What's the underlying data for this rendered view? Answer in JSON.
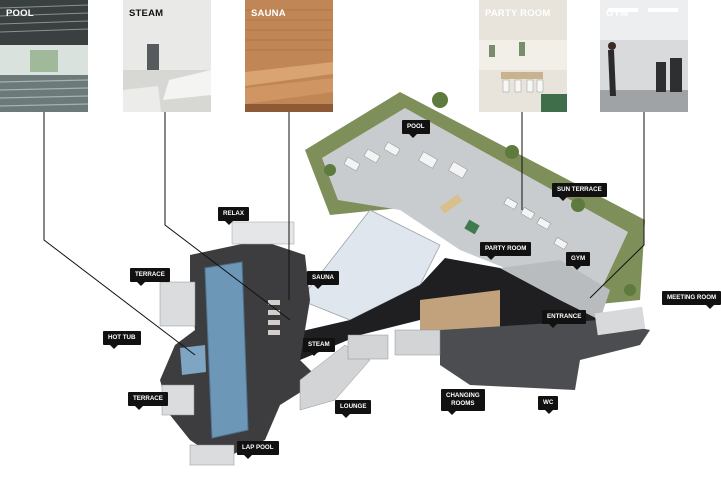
{
  "photos": [
    {
      "id": "pool",
      "label": "POOL"
    },
    {
      "id": "steam",
      "label": "STEAM"
    },
    {
      "id": "sauna",
      "label": "SAUNA"
    },
    {
      "id": "party",
      "label": "PARTY ROOM"
    },
    {
      "id": "gym",
      "label": "GYM"
    }
  ],
  "tags": {
    "pool": "POOL",
    "relax": "RELAX",
    "sun_terrace": "SUN TERRACE",
    "terrace_top": "TERRACE",
    "sauna": "SAUNA",
    "party_room": "PARTY ROOM",
    "gym": "GYM",
    "hot_tub": "HOT TUB",
    "steam": "STEAM",
    "meeting_room": "MEETING ROOM",
    "entrance": "ENTRANCE",
    "terrace_bottom": "TERRACE",
    "lounge": "LOUNGE",
    "changing_rooms": "CHANGING\nROOMS",
    "wc": "WC",
    "lap_pool": "LAP POOL"
  },
  "colors": {
    "floor": "#3d3d40",
    "wall": "#1f1f21",
    "pool_water": "#6d97b6",
    "roof_light": "#dfe6ee",
    "green": "#7f8f5a",
    "deck": "#b9b6b0",
    "tag_bg": "#111111"
  }
}
